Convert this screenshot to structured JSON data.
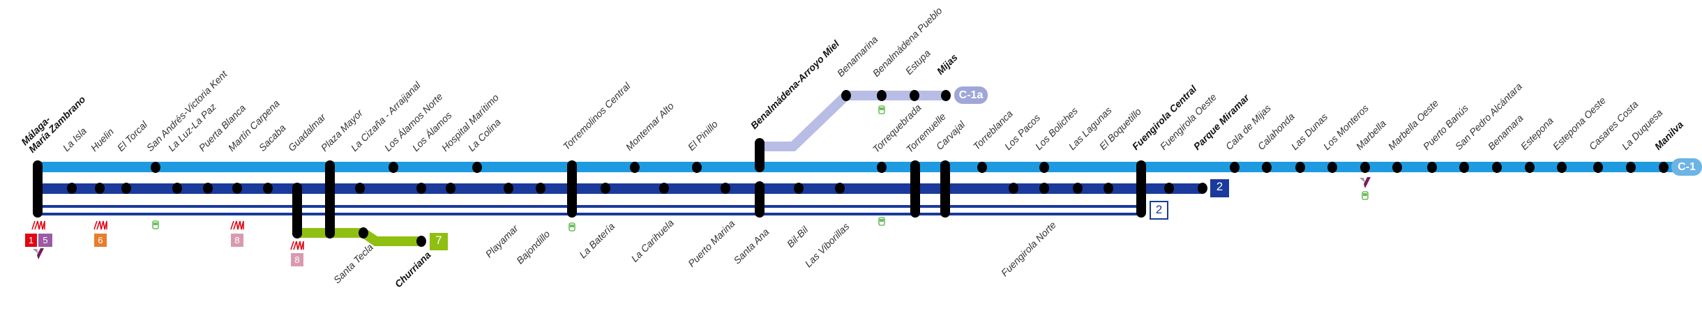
{
  "lines": {
    "c1": {
      "label": "C-1",
      "color": "#1e9be0",
      "pill_color": "#6cb4e4"
    },
    "c1a": {
      "label": "C-1a",
      "color": "#b8bde6",
      "pill_color": "#9fa7d8"
    },
    "l2": {
      "label": "2",
      "color": "#1a3a9c"
    },
    "l2_planned": {
      "label": "2"
    },
    "l7": {
      "label": "7",
      "color": "#8fbf10"
    }
  },
  "stations": [
    {
      "name": "Málaga-\nMaría Zambrano",
      "bold": true
    },
    {
      "name": "La Isla"
    },
    {
      "name": "Huelin"
    },
    {
      "name": "El Torcal"
    },
    {
      "name": "San Andrés-Victoria Kent"
    },
    {
      "name": "La Luz-La Paz"
    },
    {
      "name": "Puerta Blanca"
    },
    {
      "name": "Martín Carpena"
    },
    {
      "name": "Sacaba"
    },
    {
      "name": "Guadalmar"
    },
    {
      "name": "Plaza Mayor"
    },
    {
      "name": "La Cizaña - Arraijanal"
    },
    {
      "name": "Los Álamos Norte"
    },
    {
      "name": "Los Álamos"
    },
    {
      "name": "Hospital Marítimo"
    },
    {
      "name": "La Colina"
    },
    {
      "name": "Playamar"
    },
    {
      "name": "Bajondillo"
    },
    {
      "name": "Torremolinos Central"
    },
    {
      "name": "La Batería"
    },
    {
      "name": "Montemar Alto"
    },
    {
      "name": "La Carihuela"
    },
    {
      "name": "El Pinillo"
    },
    {
      "name": "Puerto Marina"
    },
    {
      "name": "Benalmádena-Arroyo Miel",
      "bold": true
    },
    {
      "name": "Santa Ana"
    },
    {
      "name": "Bil-Bil"
    },
    {
      "name": "Las Viborillas"
    },
    {
      "name": "Torrequebrada"
    },
    {
      "name": "Torremuelle"
    },
    {
      "name": "Carvajal"
    },
    {
      "name": "Torreblanca"
    },
    {
      "name": "Los Pacos"
    },
    {
      "name": "Los Boliches"
    },
    {
      "name": "Las Lagunas"
    },
    {
      "name": "El Boquetillo"
    },
    {
      "name": "Fuengirola Central",
      "bold": true
    },
    {
      "name": "Fuengirola Oeste"
    },
    {
      "name": "Parque Miramar",
      "bold": true
    },
    {
      "name": "Fuengirola Norte"
    },
    {
      "name": "Cala de Mijas"
    },
    {
      "name": "Calahonda"
    },
    {
      "name": "Las Dunas"
    },
    {
      "name": "Los Monteros"
    },
    {
      "name": "Marbella"
    },
    {
      "name": "Marbella Oeste"
    },
    {
      "name": "Puerto Banús"
    },
    {
      "name": "San Pedro Alcántara"
    },
    {
      "name": "Benamara"
    },
    {
      "name": "Estepona"
    },
    {
      "name": "Estepona Oeste"
    },
    {
      "name": "Casares Costa"
    },
    {
      "name": "La Duquesa"
    },
    {
      "name": "Manilva",
      "bold": true
    },
    {
      "name": "Benamarina"
    },
    {
      "name": "Benalmádena Pueblo"
    },
    {
      "name": "Estupa"
    },
    {
      "name": "Mijas",
      "bold": true
    },
    {
      "name": "Santa Tecla"
    },
    {
      "name": "Churriana",
      "bold": true
    }
  ],
  "connections": {
    "malaga_metro_1": {
      "label": "1",
      "color": "#e30613"
    },
    "malaga_metro_5": {
      "label": "5",
      "color": "#9b5ba5"
    },
    "huelin_metro_6": {
      "label": "6",
      "color": "#e87d2e"
    },
    "carpena_metro_8": {
      "label": "8",
      "color": "#d99aae"
    },
    "guadalmar_metro_8": {
      "label": "8",
      "color": "#d99aae"
    }
  }
}
